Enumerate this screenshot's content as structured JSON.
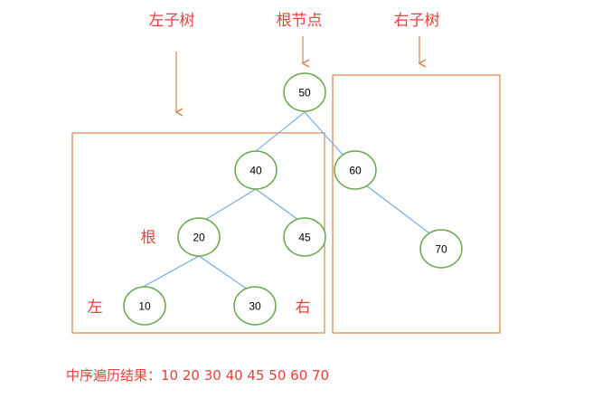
{
  "labels": {
    "left_subtree": "左子树",
    "root_node": "根节点",
    "right_subtree": "右子树",
    "root": "根",
    "left": "左",
    "right": "右"
  },
  "nodes": [
    {
      "id": "n50",
      "value": "50"
    },
    {
      "id": "n40",
      "value": "40"
    },
    {
      "id": "n60",
      "value": "60"
    },
    {
      "id": "n20",
      "value": "20"
    },
    {
      "id": "n45",
      "value": "45"
    },
    {
      "id": "n70",
      "value": "70"
    },
    {
      "id": "n10",
      "value": "10"
    },
    {
      "id": "n30",
      "value": "30"
    }
  ],
  "result": {
    "label": "中序遍历结果：",
    "sequence": "10 20 30 40 45 50 60 70"
  },
  "colors": {
    "node_stroke": "#6aa84f",
    "edge": "#6fa8dc",
    "box": "#d9844a",
    "arrow": "#d9844a",
    "text_red": "#e8403a"
  }
}
